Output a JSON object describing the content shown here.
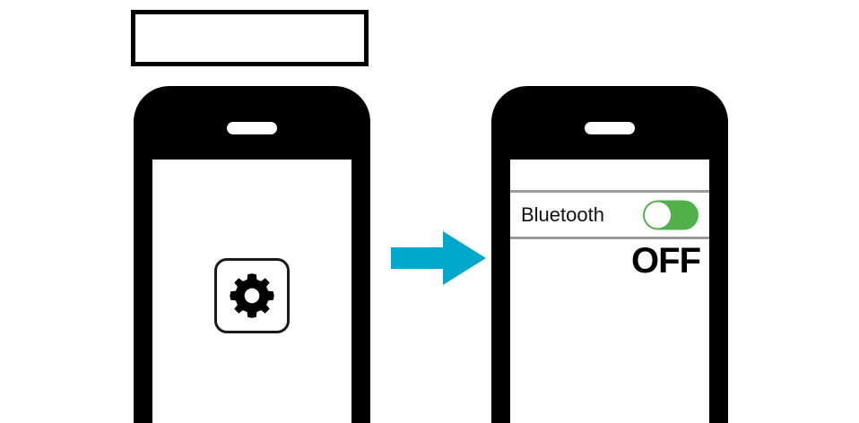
{
  "diagram": {
    "title": "",
    "background_color": "#ffffff",
    "caption_box": {
      "text": "",
      "border_color": "#000000"
    },
    "arrow": {
      "direction": "right",
      "color": "#00a9cc",
      "icon": "arrow-right-icon"
    },
    "phones": [
      {
        "id": "before",
        "body_color": "#000000",
        "screen_color": "#ffffff",
        "app_icon": {
          "icon": "gear-icon",
          "label": "",
          "outline_color": "#1a1a1a",
          "glyph_color": "#000000"
        }
      },
      {
        "id": "after",
        "body_color": "#000000",
        "screen_color": "#ffffff",
        "settings_row": {
          "label": "Bluetooth",
          "toggle": {
            "state": "on-position-left",
            "track_color": "#52b04a",
            "knob_color": "#ffffff"
          }
        },
        "annotation": {
          "text": "OFF",
          "color": "#000000"
        }
      }
    ]
  }
}
